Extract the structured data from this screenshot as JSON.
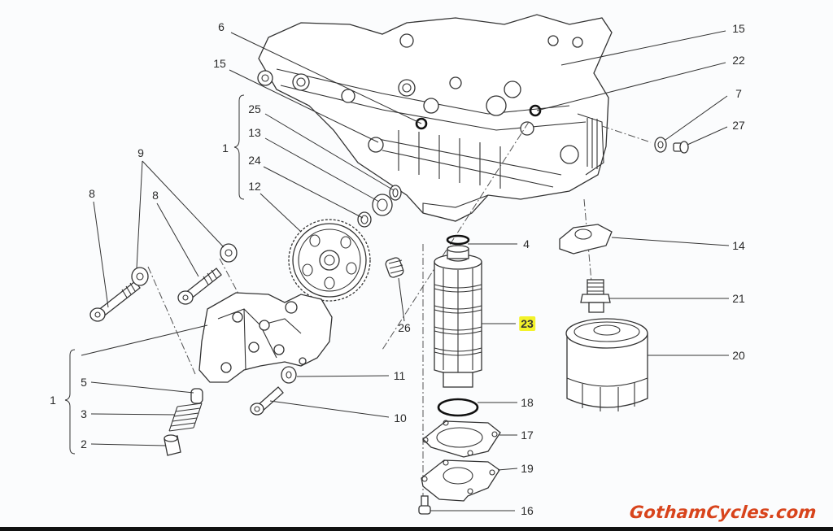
{
  "title": "Oil pump and oil filter exploded view",
  "highlight_color": "#f3f22a",
  "watermark": "GothamCycles.com",
  "watermark_color": "#d8441c",
  "callouts": [
    {
      "id": "c6",
      "number": "6",
      "part": "crankcase-dowel"
    },
    {
      "id": "c15a",
      "number": "15",
      "part": "o-ring-left"
    },
    {
      "id": "c15b",
      "number": "15",
      "part": "o-ring-right"
    },
    {
      "id": "c22",
      "number": "22",
      "part": "bushing"
    },
    {
      "id": "c7",
      "number": "7",
      "part": "sealing-washer"
    },
    {
      "id": "c27",
      "number": "27",
      "part": "drain-plug"
    },
    {
      "id": "c25",
      "number": "25",
      "part": "circlip"
    },
    {
      "id": "c13",
      "number": "13",
      "part": "bearing"
    },
    {
      "id": "c24",
      "number": "24",
      "part": "retaining-ring"
    },
    {
      "id": "c12",
      "number": "12",
      "part": "oil-pump-gear"
    },
    {
      "id": "c9",
      "number": "9",
      "part": "washers"
    },
    {
      "id": "c8a",
      "number": "8",
      "part": "screw-left"
    },
    {
      "id": "c8b",
      "number": "8",
      "part": "screw-right"
    },
    {
      "id": "c4",
      "number": "4",
      "part": "o-ring-top"
    },
    {
      "id": "c14",
      "number": "14",
      "part": "plate"
    },
    {
      "id": "c21",
      "number": "21",
      "part": "nipple"
    },
    {
      "id": "c23",
      "number": "23",
      "part": "oil-filter-strainer",
      "highlighted": true
    },
    {
      "id": "c26",
      "number": "26",
      "part": "dowel"
    },
    {
      "id": "c20",
      "number": "20",
      "part": "oil-filter-cartridge"
    },
    {
      "id": "c11",
      "number": "11",
      "part": "washer"
    },
    {
      "id": "c10",
      "number": "10",
      "part": "screw"
    },
    {
      "id": "c5",
      "number": "5",
      "part": "valve-piston"
    },
    {
      "id": "c3",
      "number": "3",
      "part": "spring"
    },
    {
      "id": "c2",
      "number": "2",
      "part": "plug"
    },
    {
      "id": "c18",
      "number": "18",
      "part": "o-ring-bottom"
    },
    {
      "id": "c17",
      "number": "17",
      "part": "gasket"
    },
    {
      "id": "c19",
      "number": "19",
      "part": "cover"
    },
    {
      "id": "c16",
      "number": "16",
      "part": "cover-screw"
    }
  ],
  "groups": [
    {
      "id": "g1_top",
      "number": "1",
      "members": [
        "25",
        "13",
        "24",
        "12"
      ]
    },
    {
      "id": "g1_bottom",
      "number": "1",
      "members": [
        "5",
        "3",
        "2"
      ]
    }
  ]
}
